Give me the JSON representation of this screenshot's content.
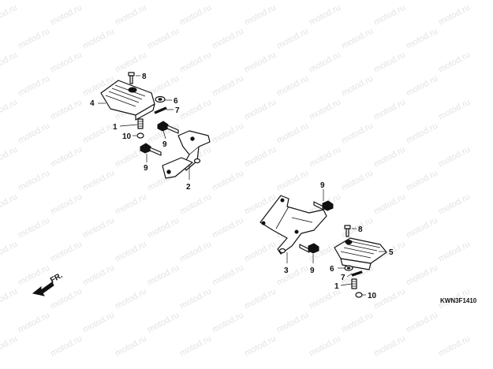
{
  "watermark_text": "motod.ru",
  "diagram_code": "KWN3F1410",
  "front_indicator": {
    "text": "FR.",
    "icon": "front-arrow-icon"
  },
  "callouts": {
    "left_1": "1",
    "left_2": "2",
    "left_4": "4",
    "left_6": "6",
    "left_7": "7",
    "left_8": "8",
    "left_9a": "9",
    "left_9b": "9",
    "left_10": "10",
    "right_1": "1",
    "right_3": "3",
    "right_5": "5",
    "right_6": "6",
    "right_7": "7",
    "right_8": "8",
    "right_9a": "9",
    "right_9b": "9",
    "right_10": "10"
  },
  "colors": {
    "ink": "#111111",
    "watermark": "#e3e3e3",
    "background": "#ffffff"
  }
}
